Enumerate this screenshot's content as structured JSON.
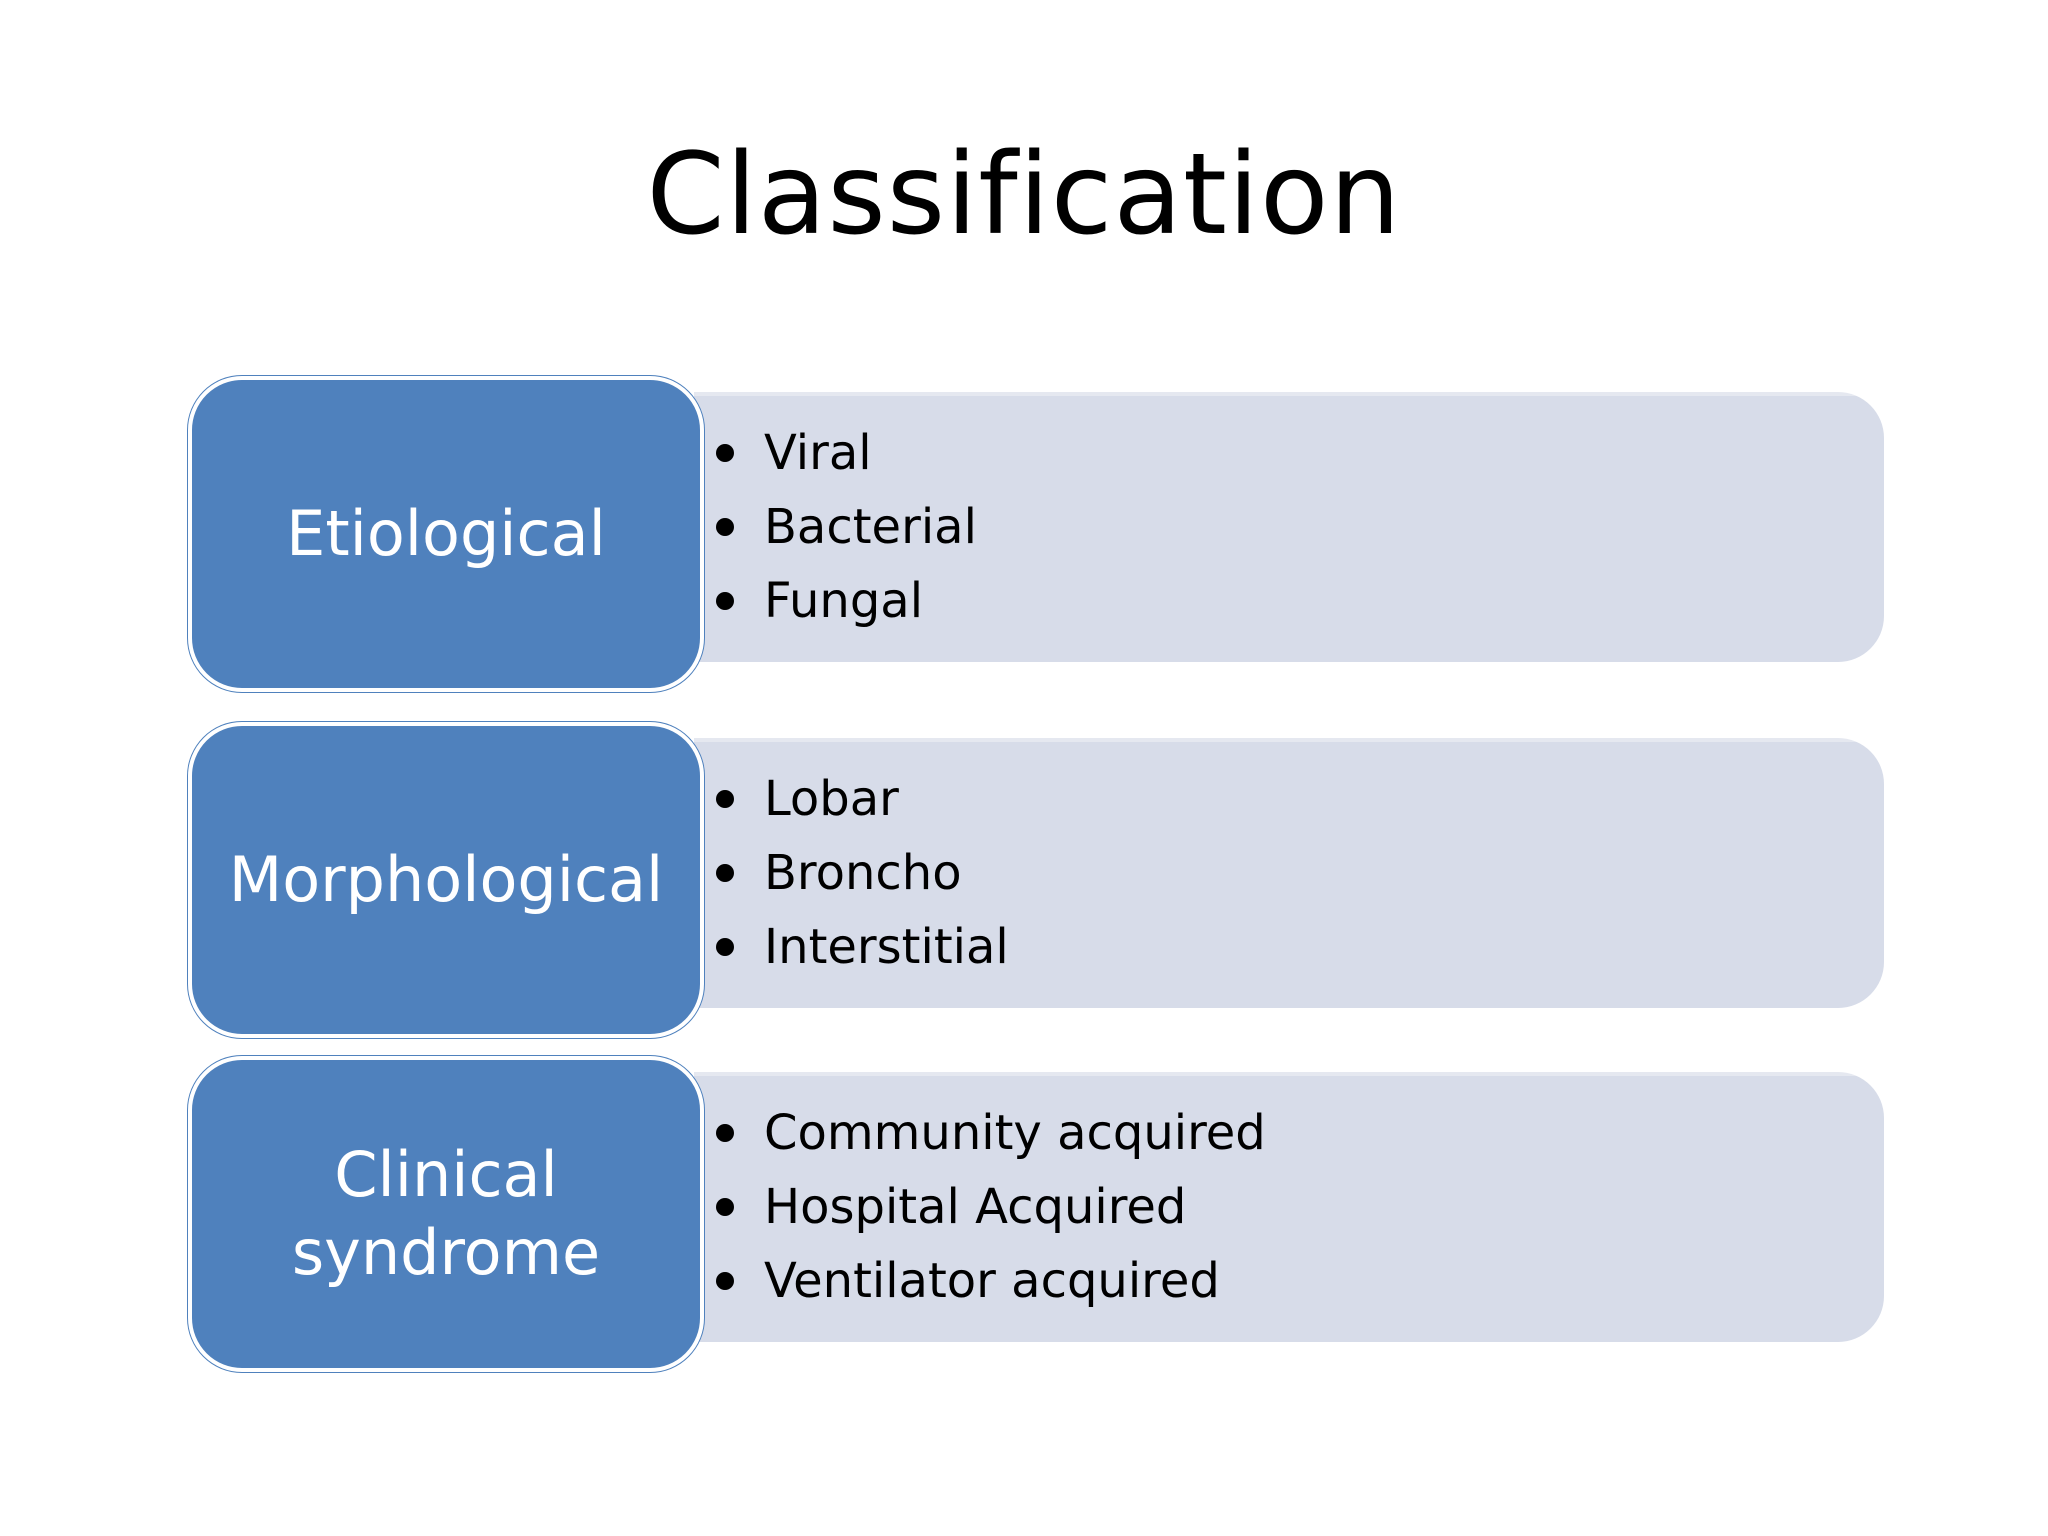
{
  "slide": {
    "title": "Classification"
  },
  "rows": [
    {
      "category": "Etiological",
      "items": [
        "Viral",
        "Bacterial",
        "Fungal"
      ]
    },
    {
      "category": "Morphological",
      "items": [
        "Lobar",
        "Broncho",
        "Interstitial"
      ]
    },
    {
      "category": "Clinical syndrome",
      "items": [
        "Community acquired",
        "Hospital Acquired",
        "Ventilator acquired"
      ]
    }
  ],
  "colors": {
    "category_fill": "#4f81bd",
    "panel_fill": "#d7dce9",
    "title_text": "#000000",
    "category_text": "#ffffff"
  }
}
